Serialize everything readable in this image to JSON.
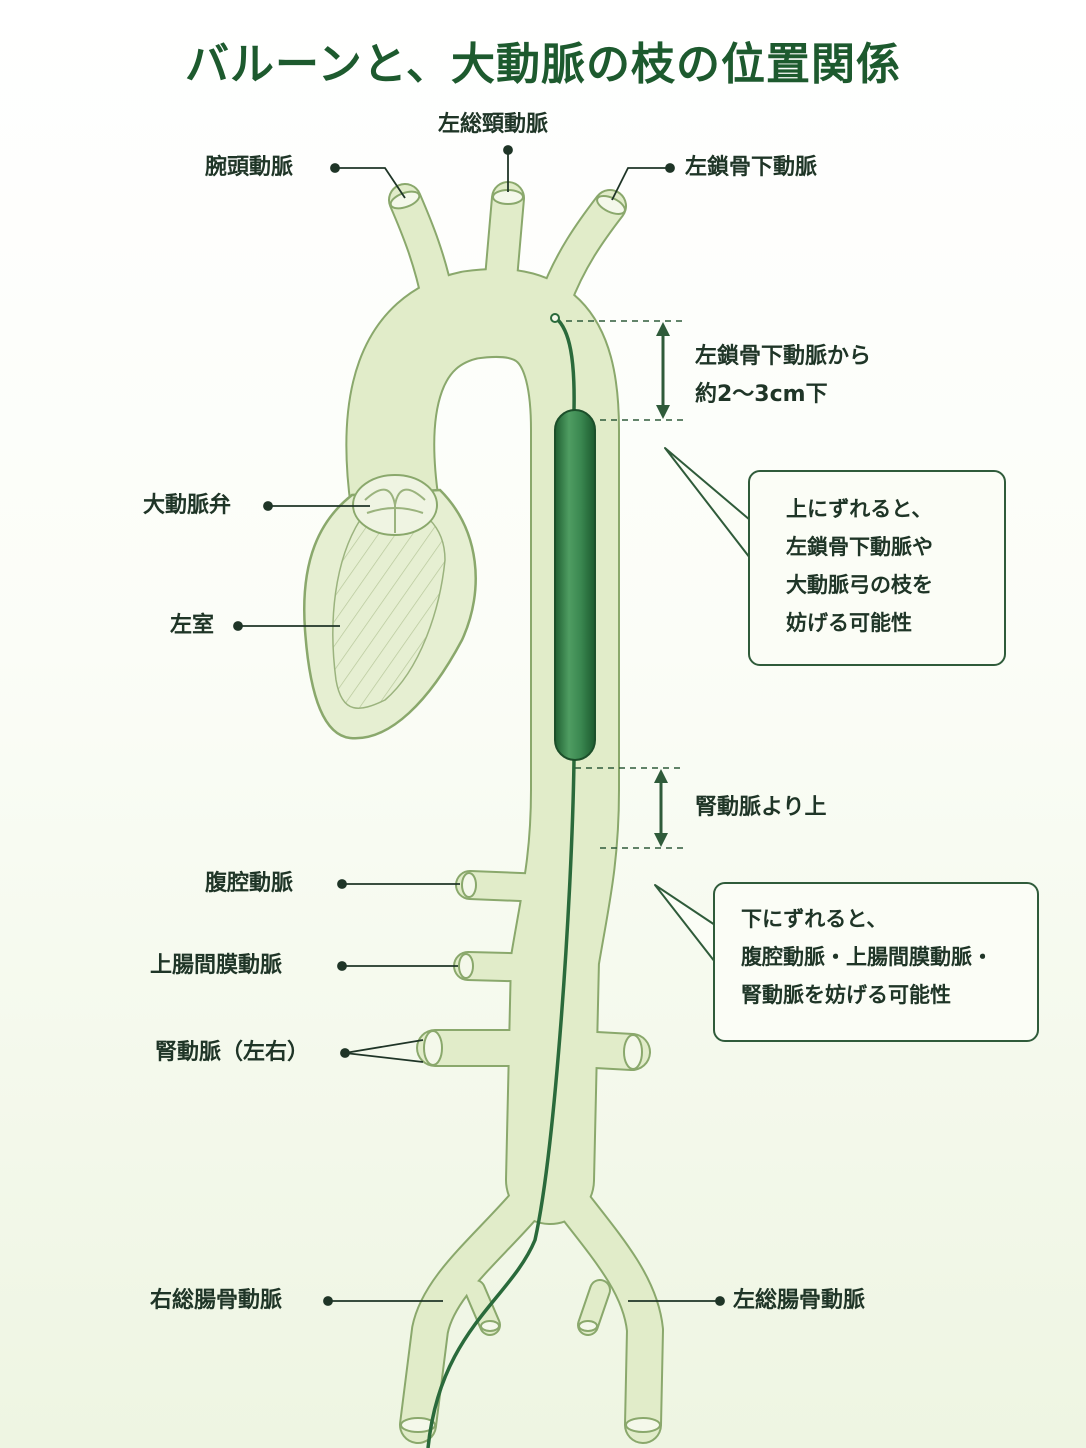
{
  "title": "バルーンと、大動脈の枝の位置関係",
  "labels": {
    "brachiocephalic": "腕頭動脈",
    "left_common_carotid": "左総頸動脈",
    "left_subclavian": "左鎖骨下動脈",
    "aortic_valve": "大動脈弁",
    "left_ventricle": "左室",
    "celiac": "腹腔動脈",
    "sma": "上腸間膜動脈",
    "renal": "腎動脈（左右）",
    "right_iliac": "右総腸骨動脈",
    "left_iliac": "左総腸骨動脈"
  },
  "measurements": {
    "upper": [
      "左鎖骨下動脈から",
      "約2～3cm下"
    ],
    "lower": "腎動脈より上"
  },
  "callouts": {
    "upper": [
      "上にずれると、",
      "左鎖骨下動脈や",
      "大動脈弓の枝を",
      "妨げる可能性"
    ],
    "lower": [
      "下にずれると、",
      "腹腔動脈・上腸間膜動脈・",
      "腎動脈を妨げる可能性"
    ]
  },
  "colors": {
    "title": "#1d5a2e",
    "vessel_fill": "#e1ecc9",
    "vessel_outline": "#8aa86c",
    "balloon": "#2f7f45",
    "catheter": "#2a6a3b",
    "leader": "#1f3527"
  }
}
